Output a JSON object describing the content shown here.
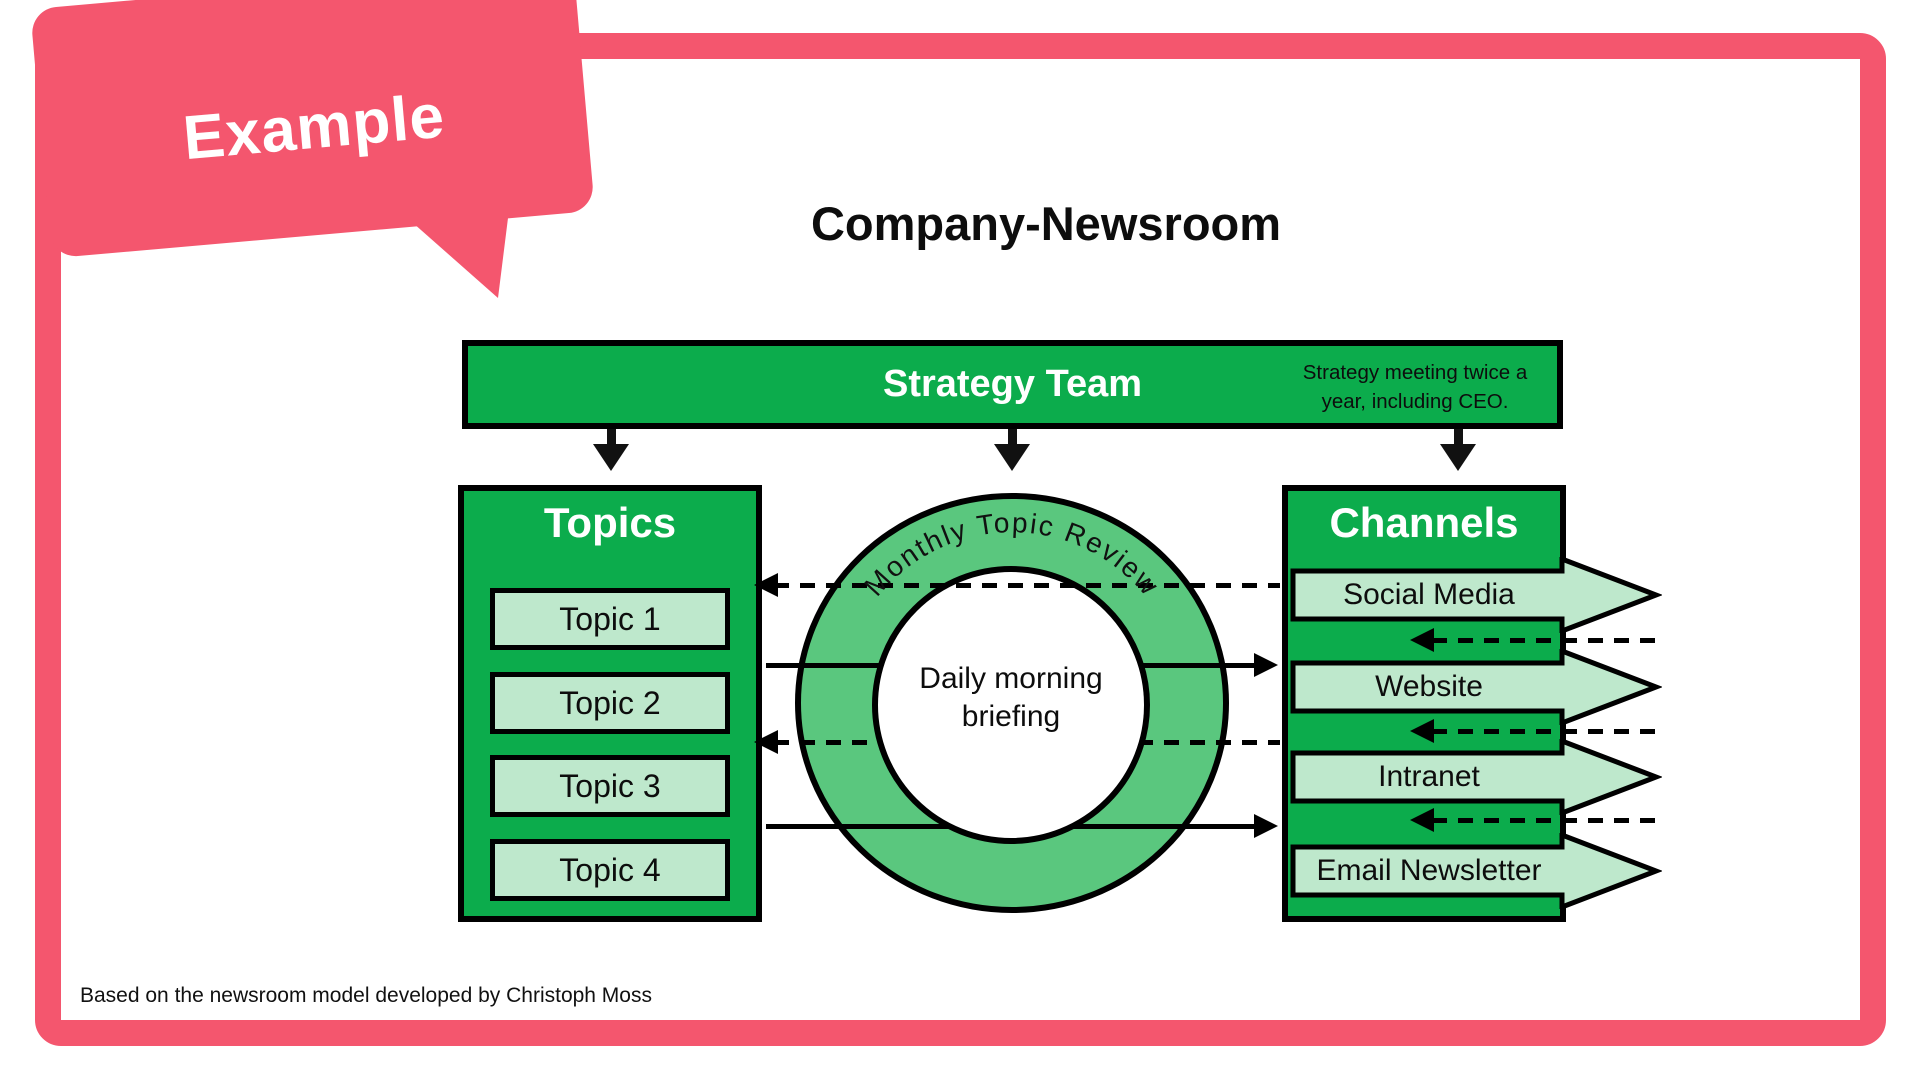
{
  "badge": {
    "label": "Example"
  },
  "title": "Company-Newsroom",
  "strategy": {
    "label": "Strategy Team",
    "note": "Strategy meeting twice a\nyear, including CEO."
  },
  "topics": {
    "title": "Topics",
    "items": [
      "Topic 1",
      "Topic 2",
      "Topic 3",
      "Topic 4"
    ]
  },
  "process": {
    "ring_label": "Monthly Topic  Review",
    "center_label": "Daily morning\nbriefing"
  },
  "channels": {
    "title": "Channels",
    "items": [
      "Social Media",
      "Website",
      "Intranet",
      "Email Newsletter"
    ]
  },
  "footer": {
    "credit": "Based on the newsroom model developed by Christoph Moss"
  },
  "colors": {
    "pink": "#F4566E",
    "green_dark": "#0CAC4C",
    "green_ring": "#5AC77E",
    "green_light": "#BEE8CC",
    "outline": "#000000"
  }
}
